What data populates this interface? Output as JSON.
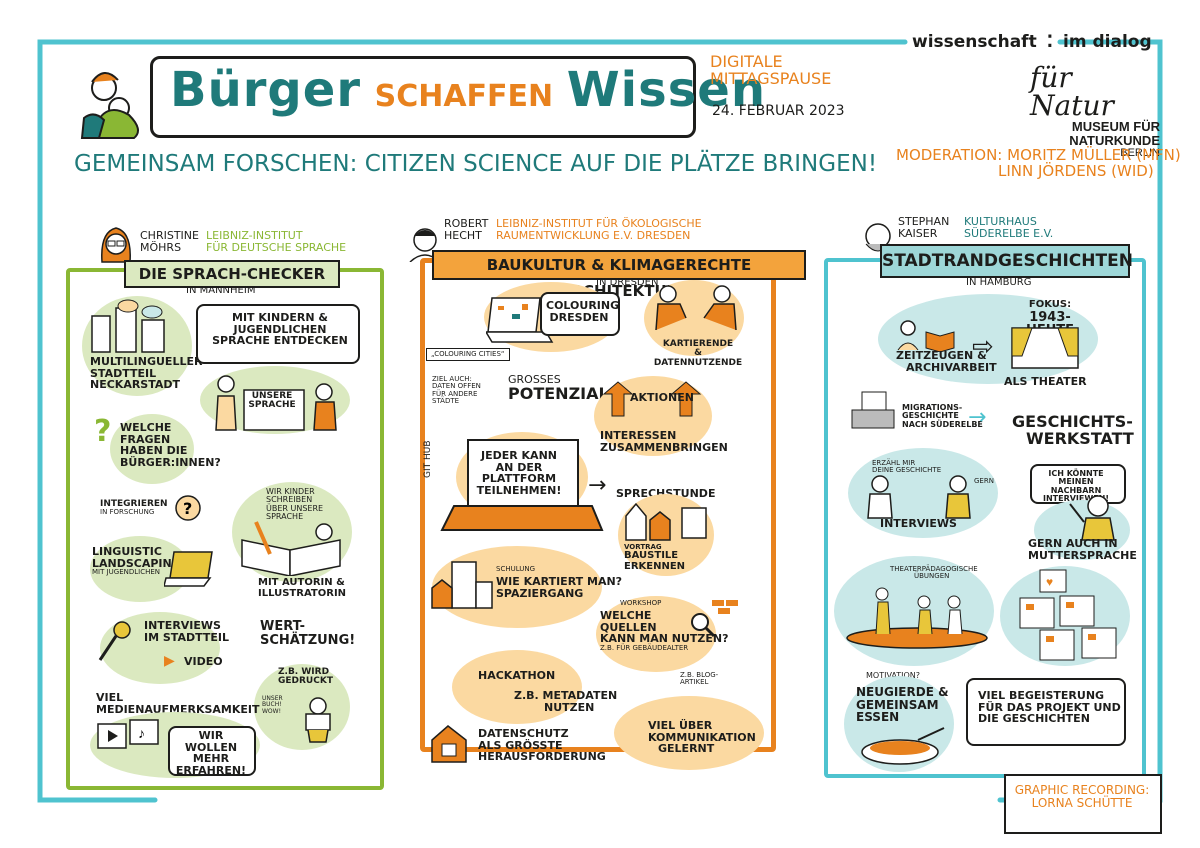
{
  "header": {
    "title_1": "Bürger",
    "title_2": "schaffen",
    "title_3": "Wissen",
    "event_1": "Digitale",
    "event_2": "Mittagspause",
    "date": "24. Februar 2023",
    "subtitle": "Gemeinsam forschen: Citizen Science auf die Plätze bringen!",
    "moderation_label": "Moderation:",
    "moderator_1": "Moritz Müller (MfN)",
    "moderator_2": "Linn Jördens (WiD)"
  },
  "logos": {
    "wid_1": "wissenschaft",
    "wid_2": "im dialog",
    "mfn_script": "für Natur",
    "mfn_line1": "MUSEUM FÜR",
    "mfn_line2": "NATURKUNDE",
    "mfn_line3": "BERLIN"
  },
  "col1": {
    "speaker_1": "Christine",
    "speaker_2": "Möhrs",
    "org_1": "Leibniz-Institut",
    "org_2": "für Deutsche Sprache",
    "banner": "Die Sprach-Checker",
    "location": "in Mannheim",
    "multilingual_1": "Multilingueller",
    "multilingual_2": "Stadtteil",
    "multilingual_3": "Neckarstadt",
    "speech_1": "Mit Kindern &",
    "speech_2": "Jugendlichen",
    "speech_3": "Sprache entdecken",
    "sign_1": "Unsere",
    "sign_2": "Sprache",
    "q_1": "Welche",
    "q_2": "Fragen",
    "q_3": "haben die",
    "q_4": "Bürger:innen?",
    "integrate_1": "Integrieren",
    "integrate_2": "in Forschung",
    "kids_1": "Wir Kinder",
    "kids_2": "schreiben",
    "kids_3": "über unsere",
    "kids_4": "Sprache",
    "ll_1": "Linguistic",
    "ll_2": "Landscaping",
    "ll_3": "mit Jugendlichen",
    "author_1": "Mit Autorin &",
    "author_2": "Illustratorin",
    "interviews_1": "Interviews",
    "interviews_2": "im Stadtteil",
    "video": "Video",
    "wert_1": "Wert-",
    "wert_2": "schätzung!",
    "print_1": "z.B. wird",
    "print_2": "gedruckt",
    "book_1": "unser",
    "book_2": "Buch!",
    "book_3": "Wow!",
    "media_1": "Viel",
    "media_2": "Medienaufmerksamkeit",
    "more_1": "Wir wollen",
    "more_2": "mehr",
    "more_3": "erfahren!"
  },
  "col2": {
    "speaker_1": "Robert",
    "speaker_2": "Hecht",
    "org_1": "Leibniz-Institut für ökologische",
    "org_2": "Raumentwicklung e.V. Dresden",
    "banner": "Baukultur & klimagerechte Architektur",
    "location": "in Dresden",
    "colouring_1": "Colouring",
    "colouring_2": "Dresden",
    "kart_1": "Kartierende",
    "kart_2": "&",
    "kart_3": "Datennutzende",
    "cc": "„Colouring Cities“",
    "goal_1": "Ziel auch:",
    "goal_2": "Daten offen",
    "goal_3": "für andere",
    "goal_4": "Städte",
    "potential_1": "Großes",
    "potential_2": "Potenzial",
    "aktionen": "Aktionen",
    "interests_1": "Interessen",
    "interests_2": "zusammenbringen",
    "github": "Git Hub",
    "platform_1": "Jeder kann",
    "platform_2": "an der",
    "platform_3": "Plattform",
    "platform_4": "teilnehmen!",
    "sprechstunde": "Sprechstunde",
    "vortrag_1": "Vortrag",
    "vortrag_2": "Baustile",
    "vortrag_3": "erkennen",
    "schulung": "Schulung",
    "kart_q_1": "Wie kartiert man?",
    "kart_q_2": "Spaziergang",
    "workshop": "Workshop",
    "sources_1": "Welche",
    "sources_2": "Quellen",
    "sources_3": "kann man nutzen?",
    "sources_4": "z.B. für Gebäudealter",
    "hackathon": "Hackathon",
    "meta_1": "z.B. Metadaten",
    "meta_2": "nutzen",
    "blog_1": "z.B. Blog-",
    "blog_2": "Artikel",
    "privacy_1": "Datenschutz",
    "privacy_2": "als größte",
    "privacy_3": "Herausforderung",
    "comm_1": "Viel über",
    "comm_2": "Kommunikation",
    "comm_3": "gelernt"
  },
  "col3": {
    "speaker_1": "Stephan",
    "speaker_2": "Kaiser",
    "org_1": "Kulturhaus",
    "org_2": "Süderelbe e.V.",
    "banner": "Stadtrandgeschichten",
    "location": "in Hamburg",
    "focus_1": "Fokus:",
    "focus_2": "1943-Heute",
    "witness_1": "Zeitzeugen &",
    "witness_2": "Archivarbeit",
    "theater": "als Theater",
    "migration_1": "Migrations-",
    "migration_2": "geschichte",
    "migration_3": "nach Süderelbe",
    "werkstatt_1": "Geschichts-",
    "werkstatt_2": "werkstatt",
    "tell_1": "Erzähl mir",
    "tell_2": "deine Geschichte",
    "gern": "gern",
    "neighbor_1": "Ich könnte meinen",
    "neighbor_2": "Nachbarn interviewen!",
    "interviews": "Interviews",
    "mother_1": "gern auch in",
    "mother_2": "Muttersprache",
    "exercises_1": "Theaterpädagogische",
    "exercises_2": "Übungen",
    "motivation": "Motivation?",
    "curiosity_1": "Neugierde &",
    "curiosity_2": "gemeinsam",
    "curiosity_3": "Essen",
    "enthusiasm_1": "Viel Begeisterung",
    "enthusiasm_2": "für das Projekt und",
    "enthusiasm_3": "die Geschichten"
  },
  "credit": {
    "line_1": "Graphic Recording:",
    "line_2": "Lorna Schütte"
  },
  "colors": {
    "teal": "#1f7a7a",
    "orange": "#e8821e",
    "green": "#8ab734",
    "frame": "#4fc3cf"
  }
}
